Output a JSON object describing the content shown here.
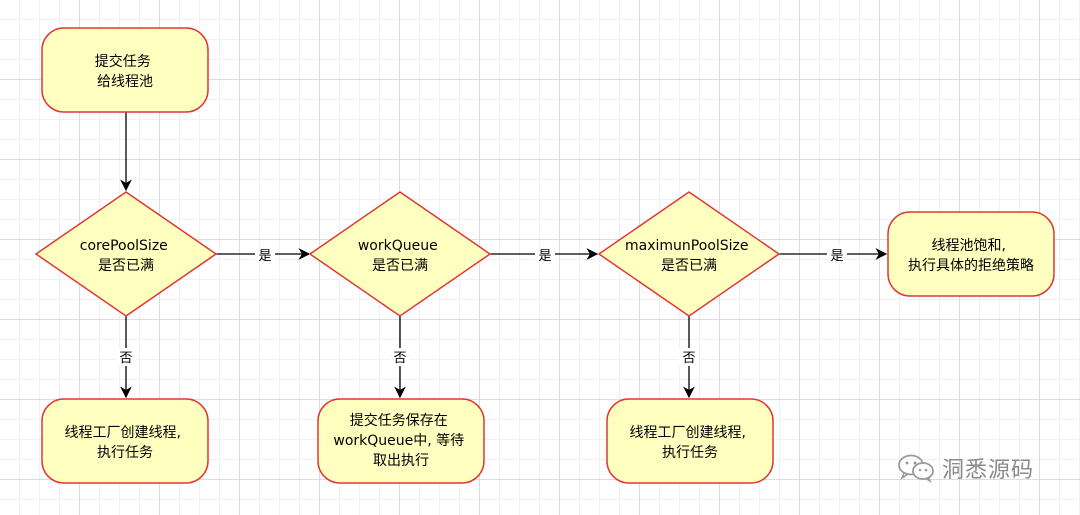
{
  "nodes": {
    "start": {
      "lines": [
        "提交任务",
        "给线程池"
      ]
    },
    "core_check": {
      "lines": [
        "corePoolSize",
        "是否已满"
      ]
    },
    "queue_check": {
      "lines": [
        "workQueue",
        "是否已满"
      ]
    },
    "max_check": {
      "lines": [
        "maximunPoolSize",
        "是否已满"
      ]
    },
    "reject": {
      "lines": [
        "线程池饱和,",
        "执行具体的拒绝策略"
      ]
    },
    "create_core": {
      "lines": [
        "线程工厂创建线程,",
        "执行任务"
      ]
    },
    "enqueue": {
      "lines": [
        "提交任务保存在",
        "workQueue中, 等待",
        "取出执行"
      ]
    },
    "create_extra": {
      "lines": [
        "线程工厂创建线程,",
        "执行任务"
      ]
    }
  },
  "edges": {
    "core_to_queue": {
      "label": "是"
    },
    "queue_to_max": {
      "label": "是"
    },
    "max_to_reject": {
      "label": "是"
    },
    "core_to_create": {
      "label": "否"
    },
    "queue_to_enqueue": {
      "label": "否"
    },
    "max_to_create": {
      "label": "否"
    }
  },
  "colors": {
    "node_fill": "#ffffc0",
    "node_stroke": "#e23636"
  },
  "watermark": {
    "icon": "wechat-icon",
    "text": "洞悉源码"
  }
}
